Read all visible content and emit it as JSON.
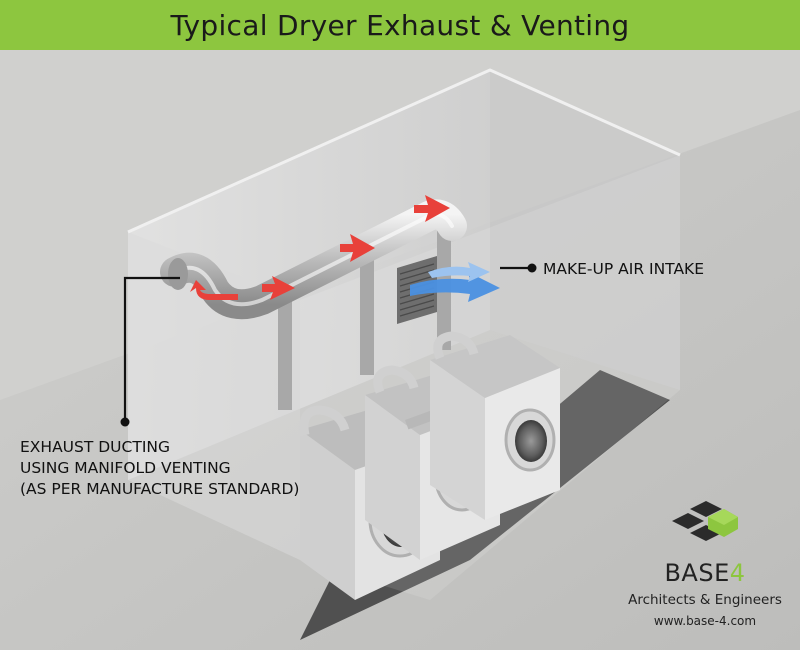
{
  "header": {
    "title": "Typical Dryer Exhaust & Venting"
  },
  "labels": {
    "exhaust_line1": "EXHAUST DUCTING",
    "exhaust_line2": "USING MANIFOLD VENTING",
    "exhaust_line3": "(AS PER MANUFACTURE STANDARD)",
    "makeup_air": "MAKE-UP AIR INTAKE"
  },
  "brand": {
    "name_main": "BASE",
    "name_number": "4",
    "tagline": "Architects & Engineers",
    "url": "www.base-4.com"
  },
  "colors": {
    "header_green": "#8dc63f",
    "exhaust_arrow": "#e8413a",
    "intake_arrow": "#4a90e2"
  }
}
